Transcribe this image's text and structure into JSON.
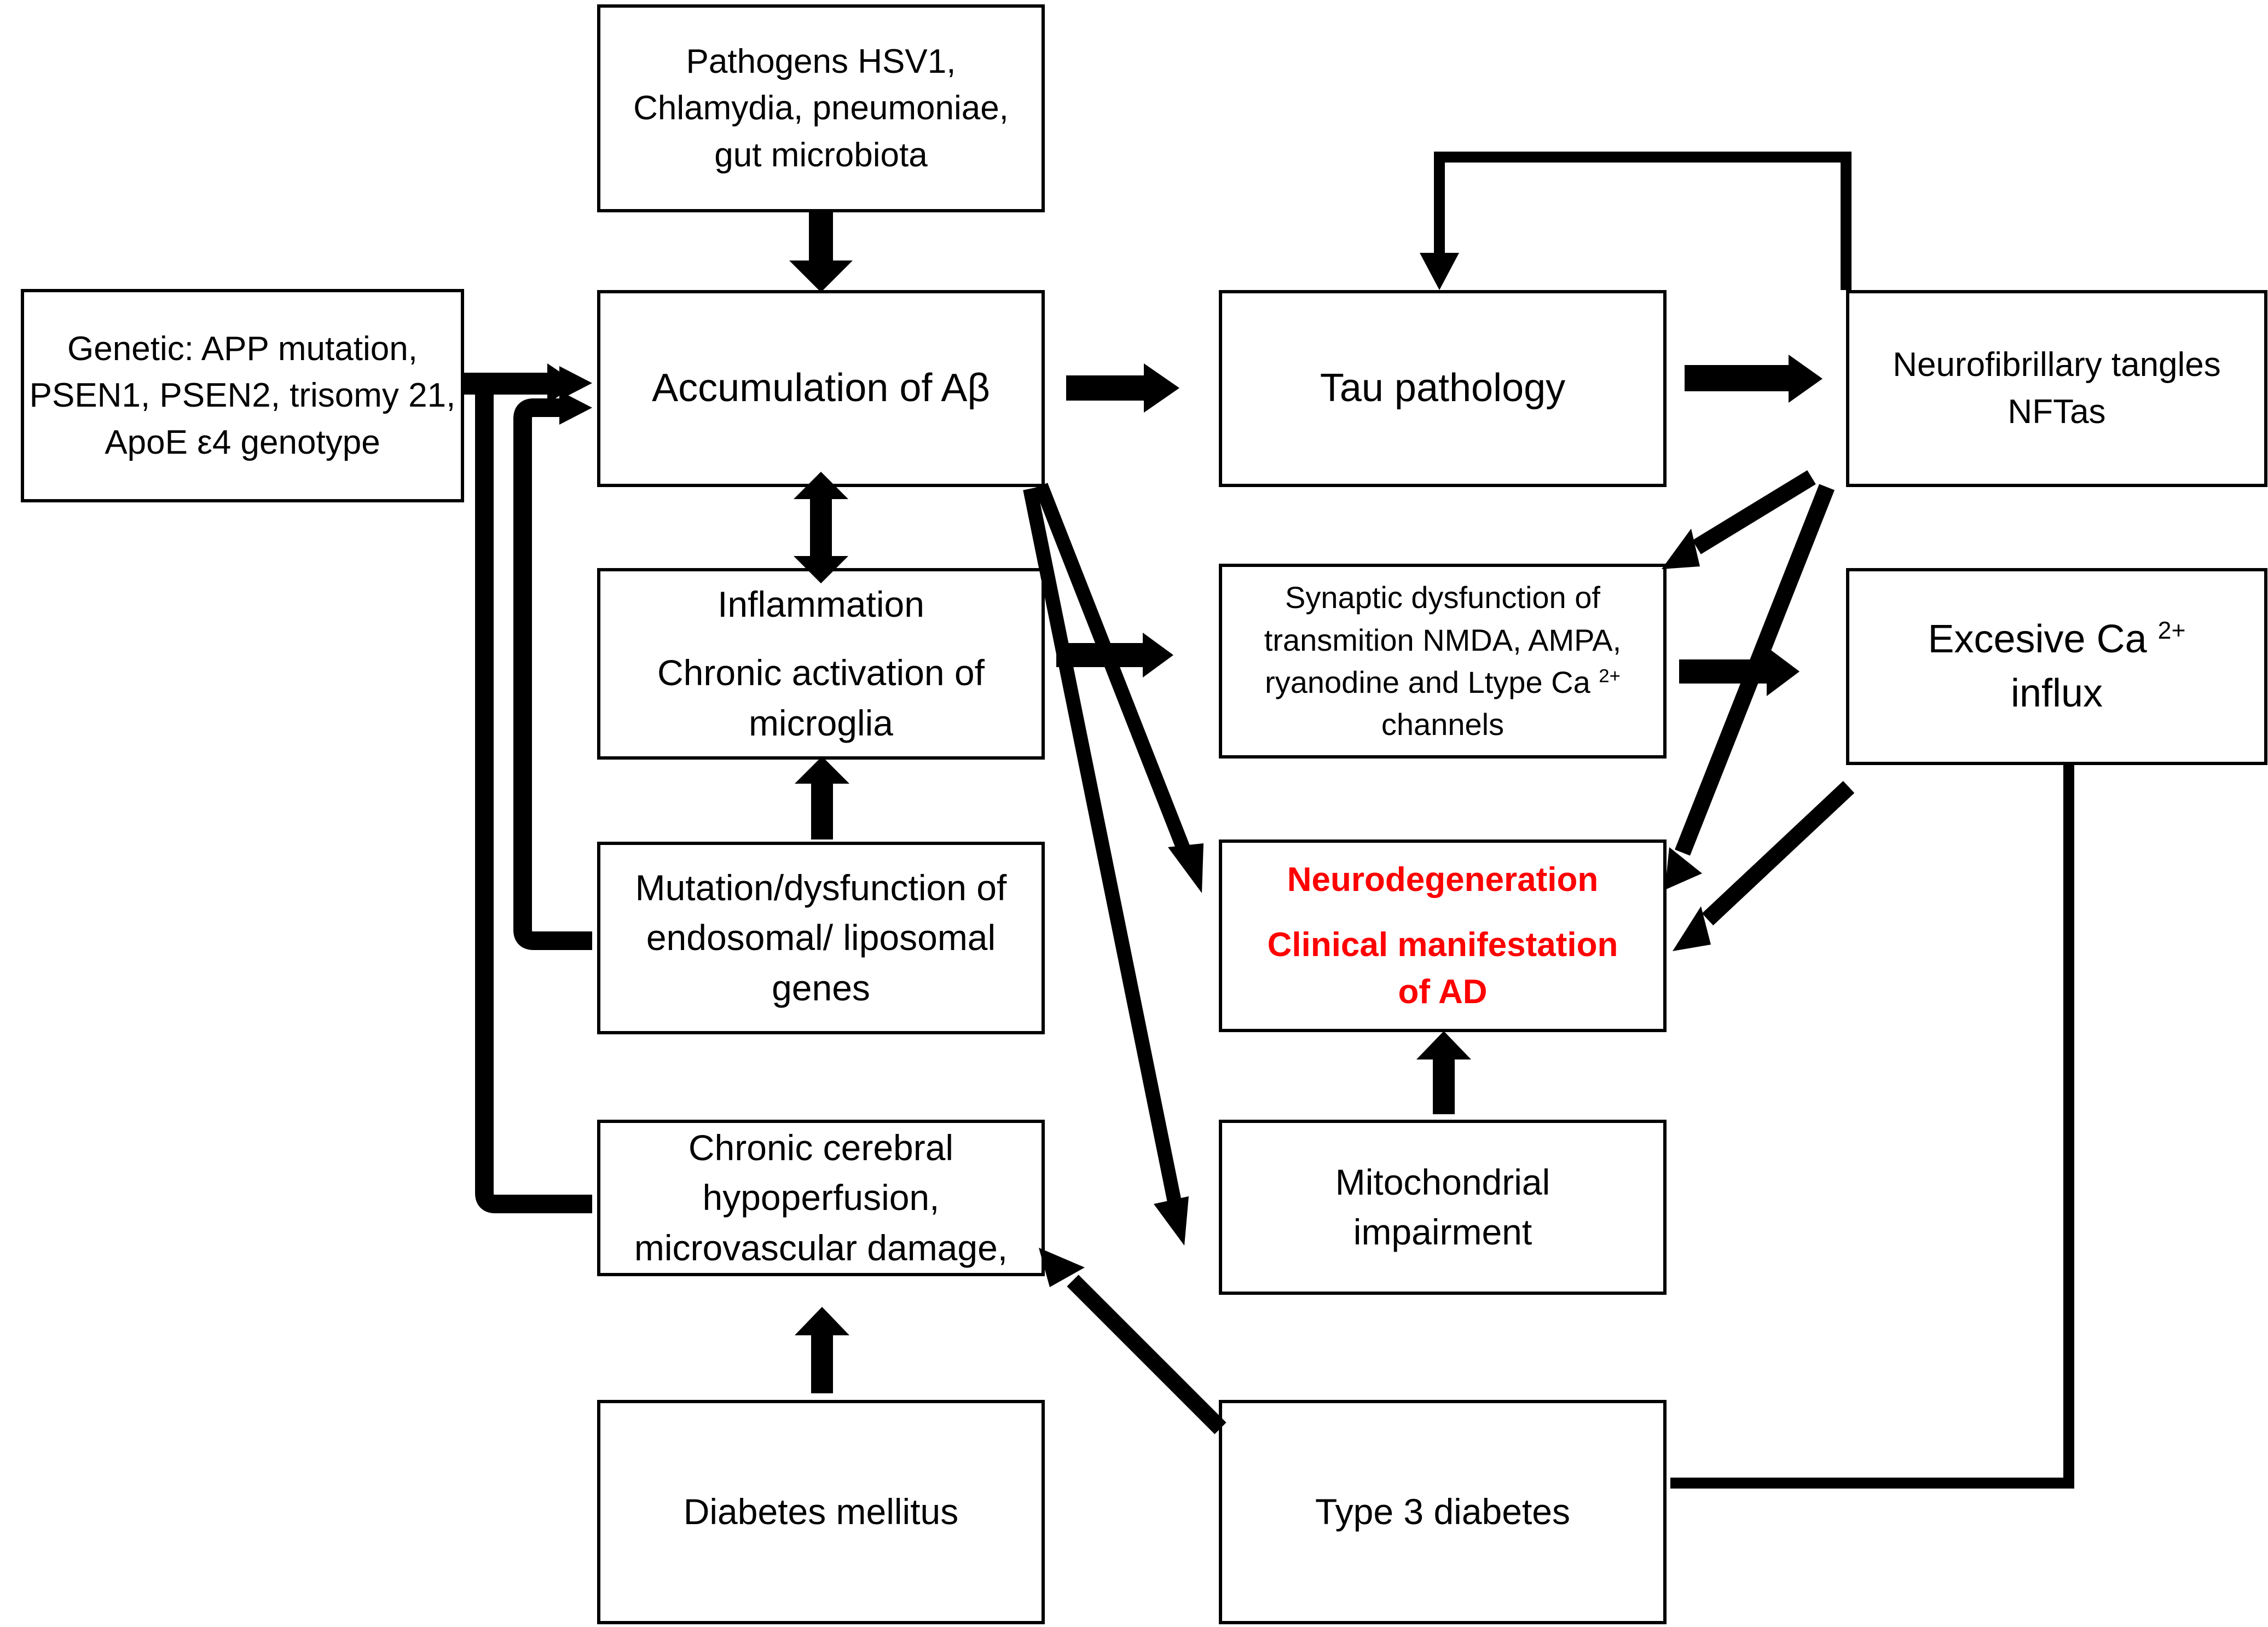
{
  "diagram": {
    "title_present": false,
    "accent_color": "#FF0000",
    "line_color": "#000000",
    "background": "#FFFFFF"
  },
  "nodes": {
    "pathogens": {
      "id": "pathogens",
      "lines": [
        "Pathogens HSV1,",
        "Chlamydia, pneumoniae,",
        "gut  microbiota"
      ]
    },
    "genetic": {
      "id": "genetic",
      "lines": [
        "Genetic: APP mutation,",
        "PSEN1, PSEN2, trisomy 21,",
        "ApoE ε4 genotype"
      ]
    },
    "accumulation": {
      "id": "accumulation",
      "lines": [
        "Accumulation of Aβ"
      ]
    },
    "inflammation": {
      "id": "inflammation",
      "line1": "Inflammation",
      "line2": "Chronic activation of",
      "line3": "microglia"
    },
    "mutation": {
      "id": "mutation",
      "lines": [
        "Mutation/dysfunction of",
        "endosomal/ liposomal",
        "genes"
      ]
    },
    "hypoperfusion": {
      "id": "hypoperfusion",
      "lines": [
        "Chronic cerebral",
        "hypoperfusion,",
        "microvascular damage,"
      ]
    },
    "diabetes_mellitus": {
      "id": "diabetes-mellitus",
      "lines": [
        "Diabetes mellitus"
      ]
    },
    "tau": {
      "id": "tau-pathology",
      "lines": [
        "Tau pathology"
      ]
    },
    "synaptic": {
      "id": "synaptic-dysfunction",
      "line1": "Synaptic dysfunction of",
      "line2": "transmition NMDA, AMPA,",
      "line3_pre": "ryanodine and Ltype Ca ",
      "line3_sup": "2+",
      "line4": "channels"
    },
    "neurodegeneration": {
      "id": "neurodegeneration",
      "line1": "Neurodegeneration",
      "line2": "Clinical manifestation",
      "line3": "of AD"
    },
    "mitochondrial": {
      "id": "mitochondrial-impairment",
      "lines": [
        "Mitochondrial",
        "impairment"
      ]
    },
    "type3": {
      "id": "type-3-diabetes",
      "lines": [
        "Type 3 diabetes"
      ]
    },
    "nfts": {
      "id": "neurofibrillary-tangles",
      "lines": [
        "Neurofibrillary tangles",
        "NFTas"
      ]
    },
    "calcium": {
      "id": "excessive-calcium-influx",
      "line1_pre": "Excesive Ca ",
      "line1_sup": "2+",
      "line2": "influx"
    }
  },
  "edges": [
    {
      "from": "pathogens",
      "to": "accumulation",
      "style": "block-arrow-down"
    },
    {
      "from": "genetic",
      "to": "accumulation",
      "style": "block-arrow-right"
    },
    {
      "from": "accumulation",
      "to": "inflammation",
      "style": "double-headed-vertical"
    },
    {
      "from": "mutation",
      "to": "inflammation",
      "style": "block-arrow-up"
    },
    {
      "from": "mutation",
      "to": "accumulation",
      "style": "feedback-loop-left-inner"
    },
    {
      "from": "hypoperfusion",
      "to": "accumulation",
      "style": "feedback-loop-left-outer"
    },
    {
      "from": "diabetes_mellitus",
      "to": "hypoperfusion",
      "style": "block-arrow-up"
    },
    {
      "from": "accumulation",
      "to": "tau",
      "style": "block-arrow-right"
    },
    {
      "from": "inflammation",
      "to": "synaptic",
      "style": "block-arrow-right"
    },
    {
      "from": "accumulation",
      "to": "neurodegeneration",
      "style": "diagonal-arrow"
    },
    {
      "from": "accumulation",
      "to": "mitochondrial",
      "style": "diagonal-arrow"
    },
    {
      "from": "tau",
      "to": "nfts",
      "style": "block-arrow-right"
    },
    {
      "from": "nfts",
      "to": "tau",
      "style": "feedback-loop-top"
    },
    {
      "from": "nfts",
      "to": "synaptic",
      "style": "diagonal-arrow"
    },
    {
      "from": "nfts",
      "to": "neurodegeneration",
      "style": "diagonal-arrow"
    },
    {
      "from": "synaptic",
      "to": "calcium",
      "style": "block-arrow-right"
    },
    {
      "from": "calcium",
      "to": "neurodegeneration",
      "style": "diagonal-arrow"
    },
    {
      "from": "mitochondrial",
      "to": "neurodegeneration",
      "style": "block-arrow-up"
    },
    {
      "from": "type3",
      "to": "hypoperfusion",
      "style": "diagonal-arrow"
    },
    {
      "from": "type3",
      "to": "calcium",
      "style": "feedback-loop-right"
    }
  ]
}
